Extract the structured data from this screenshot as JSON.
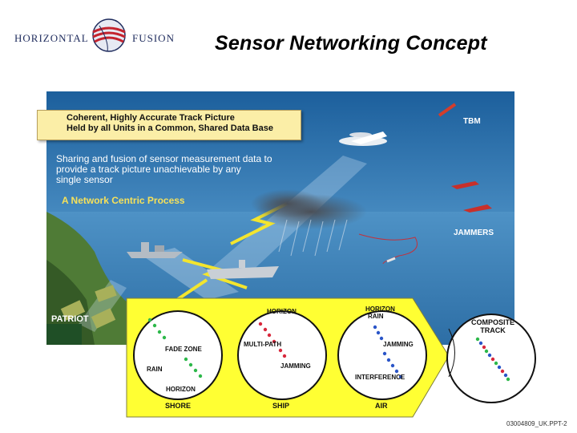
{
  "header": {
    "logo_left": "HORIZONTAL",
    "logo_right": "FUSION",
    "title": "Sensor Networking Concept"
  },
  "scene": {
    "callout_line1": "Coherent, Highly Accurate Track Picture",
    "callout_line2": "Held by all Units in a Common, Shared Data Base",
    "sharing_line1": "Sharing and fusion of sensor measurement data to",
    "sharing_line2": "provide a track picture unachievable by any",
    "sharing_line3": "single sensor",
    "network_process": "A Network Centric Process",
    "tbm_label": "TBM",
    "jammers_label": "JAMMERS",
    "patriot_label": "PATRIOT"
  },
  "panel": {
    "shore": {
      "label": "SHORE",
      "notes": [
        "FADE ZONE",
        "RAIN",
        "HORIZON"
      ]
    },
    "ship": {
      "label": "SHIP",
      "notes": [
        "HORIZON",
        "MULTI-PATH",
        "JAMMING"
      ]
    },
    "air": {
      "label": "AIR",
      "notes": [
        "HORIZON",
        "RAIN",
        "JAMMING",
        "INTERFERENCE"
      ]
    },
    "composite_line1": "COMPOSITE",
    "composite_line2": "TRACK"
  },
  "footer": {
    "slide_id": "03004809_UK.PPT-2"
  },
  "colors": {
    "sky": "#2b6fa8",
    "panel_yellow": "#ffff33",
    "callout_bg": "#fbeea7",
    "network_text": "#f6e15a",
    "shore_dots": "#2db84a",
    "ship_dots": "#d8283c",
    "air_dots": "#2a55c8"
  }
}
